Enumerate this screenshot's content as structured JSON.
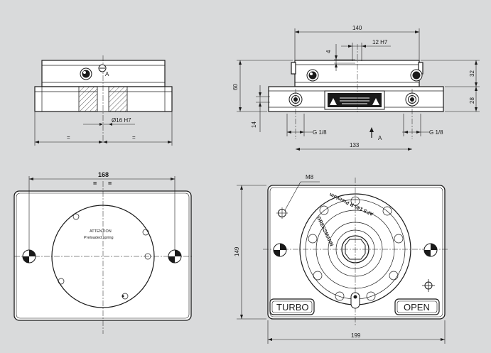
{
  "labels": {
    "d140": "140",
    "d12h7": "12 H7",
    "d4": "4",
    "d60": "60",
    "d32": "32",
    "d28": "28",
    "d14": "14",
    "g18_left": "G 1/8",
    "g18_right": "G 1/8",
    "arrow_a": "A",
    "d133": "133",
    "d16h7": "Ø16 H7",
    "eq_left": "=",
    "eq_right": "=",
    "d168": "168",
    "eq_top_left": "=",
    "eq_top_right": "=",
    "m8": "M8",
    "d149": "149",
    "d199": "199",
    "turbo": "TURBO",
    "open": "OPEN",
    "attention": "ATTENTION",
    "preloaded": "Preloaded spring",
    "ring_text": "APS 140-R Premium",
    "brand_mark": "GRESSMANN"
  },
  "icons": {
    "warning": "warning-triangle-icon",
    "crosshair": "crosshair-icon",
    "mark": "centering-mark-icon"
  }
}
